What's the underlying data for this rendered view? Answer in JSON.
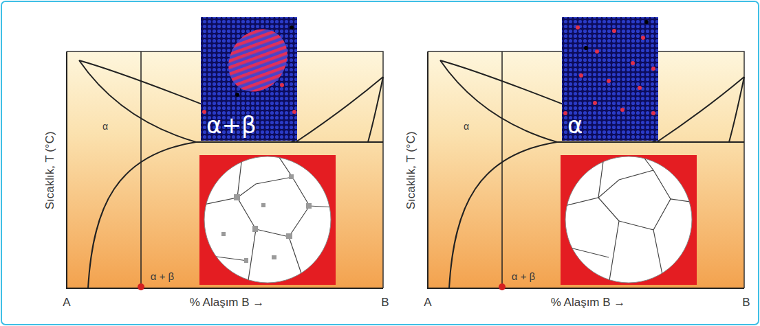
{
  "diagram": {
    "nodes": [
      {
        "text": [
          "α+β"
        ]
      },
      {
        "text": [
          "α"
        ]
      }
    ],
    "labels": [
      "Sıcaklık, T (°C)",
      "α",
      "α + β",
      "A",
      "% Alaşım B →",
      "B",
      "Sıcaklık, T (°C)",
      "α",
      "α + β",
      "A",
      "% Alaşım B →",
      "B"
    ]
  }
}
